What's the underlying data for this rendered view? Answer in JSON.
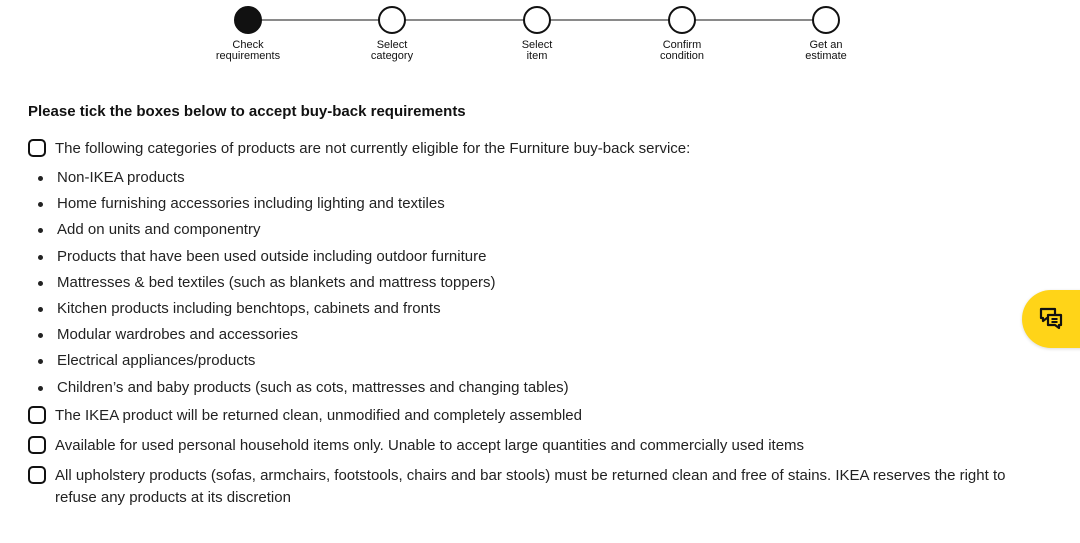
{
  "stepper": {
    "steps": [
      {
        "line1": "Check",
        "line2": "requirements"
      },
      {
        "line1": "Select",
        "line2": "category"
      },
      {
        "line1": "Select",
        "line2": "item"
      },
      {
        "line1": "Confirm",
        "line2": "condition"
      },
      {
        "line1": "Get an",
        "line2": "estimate"
      }
    ],
    "active_step": 1
  },
  "form": {
    "heading": "Please tick the boxes below to accept buy-back requirements",
    "requirements": [
      {
        "text": "The following categories of products are not currently eligible for the Furniture buy-back service:",
        "checked": false,
        "bullets": [
          "Non-IKEA products",
          "Home furnishing accessories including lighting and textiles",
          "Add on units and componentry",
          "Products that have been used outside including outdoor furniture",
          "Mattresses & bed textiles (such as blankets and mattress toppers)",
          "Kitchen products including benchtops, cabinets and fronts",
          "Modular wardrobes and accessories",
          "Electrical appliances/products",
          "Children’s and baby products (such as cots, mattresses and changing tables)"
        ]
      },
      {
        "text": "The IKEA product will be returned clean, unmodified and completely assembled",
        "checked": false
      },
      {
        "text": "Available for used personal household items only. Unable to accept large quantities and commercially used items",
        "checked": false
      },
      {
        "text": "All upholstery products (sofas, armchairs, footstools, chairs and bar stools) must be returned clean and free of stains. IKEA reserves the right to refuse any products at its discretion",
        "checked": false
      }
    ]
  },
  "chat": {
    "icon": "chat-bubbles-icon",
    "color": "#ffd418"
  }
}
